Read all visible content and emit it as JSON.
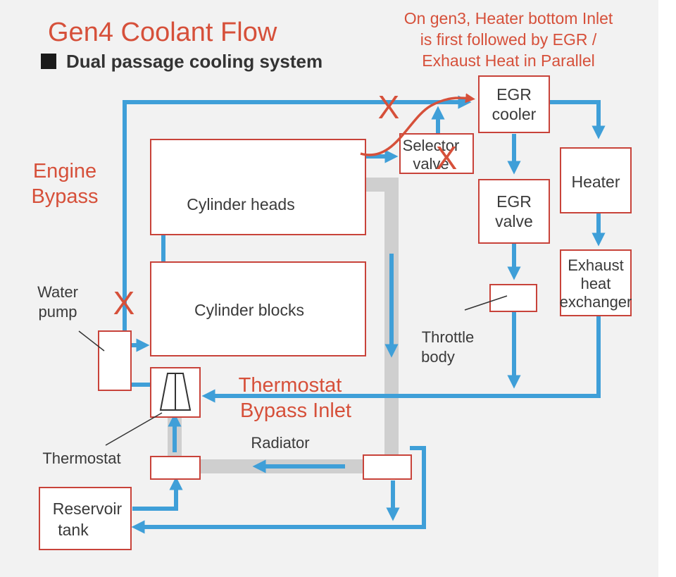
{
  "title": "Gen4 Coolant Flow",
  "subtitle": "Dual passage cooling system",
  "gen3_note": {
    "line1": "On gen3, Heater bottom Inlet",
    "line2": "is first followed by EGR /",
    "line3": "Exhaust Heat in Parallel"
  },
  "labels": {
    "engine_bypass_1": "Engine",
    "engine_bypass_2": "Bypass",
    "water_pump_1": "Water",
    "water_pump_2": "pump",
    "cylinder_heads": "Cylinder heads",
    "cylinder_blocks": "Cylinder blocks",
    "selector_valve_1": "Selector",
    "selector_valve_2": "valve",
    "egr_cooler_1": "EGR",
    "egr_cooler_2": "cooler",
    "egr_valve_1": "EGR",
    "egr_valve_2": "valve",
    "heater": "Heater",
    "exhaust_hx_1": "Exhaust",
    "exhaust_hx_2": "heat",
    "exhaust_hx_3": "exchanger",
    "throttle_body_1": "Throttle",
    "throttle_body_2": "body",
    "thermostat": "Thermostat",
    "thermostat_bypass_1": "Thermostat",
    "thermostat_bypass_2": "Bypass Inlet",
    "radiator": "Radiator",
    "reservoir_1": "Reservoir",
    "reservoir_2": "tank"
  },
  "marks": {
    "x": "X"
  },
  "colors": {
    "background": "#f2f2f2",
    "coolant": "#3f9fd8",
    "radiator_pipe": "#cfcfcf",
    "box_border": "#c8433a",
    "annotation": "#d6503a",
    "legend_square": "#1a1a1a"
  }
}
